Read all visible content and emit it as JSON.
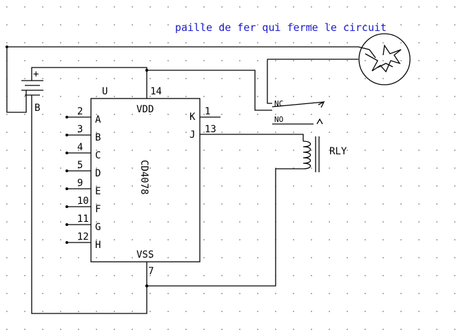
{
  "colors": {
    "note": "#1a1acc",
    "ink": "#000000",
    "grid": "#555555"
  },
  "annotation": {
    "text": "paille de fer qui ferme le circuit"
  },
  "battery": {
    "plus_label": "+",
    "name": "B"
  },
  "ic": {
    "ref": "U",
    "part": "CD4078",
    "power_pin": {
      "name": "VDD",
      "number": "14"
    },
    "ground_pin": {
      "name": "VSS",
      "number": "7"
    },
    "inputs": [
      {
        "name": "A",
        "number": "2"
      },
      {
        "name": "B",
        "number": "3"
      },
      {
        "name": "C",
        "number": "4"
      },
      {
        "name": "D",
        "number": "5"
      },
      {
        "name": "E",
        "number": "9"
      },
      {
        "name": "F",
        "number": "10"
      },
      {
        "name": "G",
        "number": "11"
      },
      {
        "name": "H",
        "number": "12"
      }
    ],
    "outputs": [
      {
        "name": "K",
        "number": "1"
      },
      {
        "name": "J",
        "number": "13"
      }
    ]
  },
  "relay": {
    "name": "RLY",
    "nc_label": "NC",
    "no_label": "NO"
  },
  "switch": {
    "icon": "steel-wool-contact-icon"
  }
}
